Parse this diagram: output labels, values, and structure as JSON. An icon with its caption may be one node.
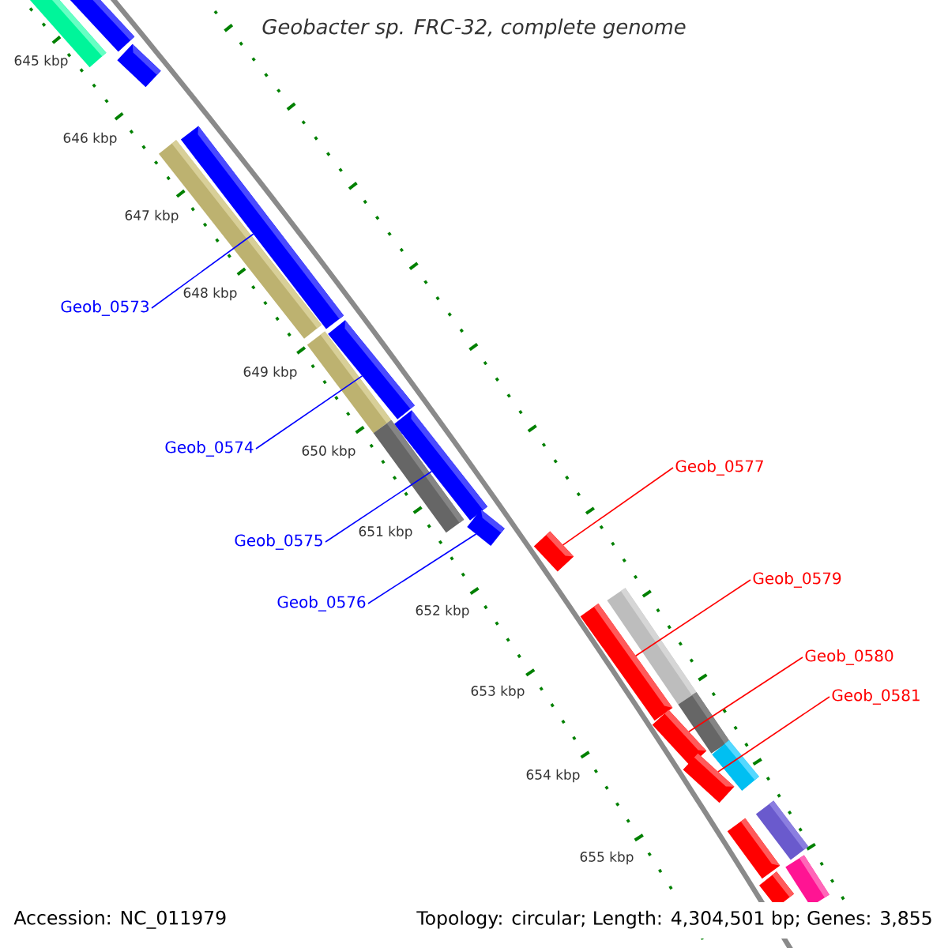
{
  "diagram": {
    "title": "Geobacter sp. FRC-32, complete genome",
    "nodes": [
      {
        "text": [
          "Geob_0573"
        ]
      },
      {
        "text": [
          "Geob_0574"
        ]
      },
      {
        "text": [
          "Geob_0575"
        ]
      },
      {
        "text": [
          "Geob_0576"
        ]
      },
      {
        "text": [
          "Geob_0577"
        ]
      },
      {
        "text": [
          "Geob_0579"
        ]
      },
      {
        "text": [
          "Geob_0580"
        ]
      },
      {
        "text": [
          "Geob_0581"
        ]
      },
      {
        "text": [],
        "shape": "bar"
      },
      {
        "text": [],
        "shape": "bar"
      },
      {
        "text": [],
        "shape": "bar"
      },
      {
        "text": [],
        "shape": "bar"
      },
      {
        "text": [],
        "shape": "bar"
      },
      {
        "text": [],
        "shape": "bar"
      },
      {
        "text": [],
        "shape": "bar"
      },
      {
        "text": [],
        "shape": "bar"
      },
      {
        "text": [],
        "shape": "bar"
      },
      {
        "text": [],
        "shape": "bar"
      },
      {
        "text": [],
        "shape": "bar"
      },
      {
        "text": [],
        "shape": "bar"
      },
      {
        "text": [],
        "shape": "bar"
      },
      {
        "text": [],
        "shape": "bar"
      },
      {
        "text": [],
        "shape": "bar"
      },
      {
        "text": [],
        "shape": "bar"
      },
      {
        "text": [],
        "shape": "bar"
      },
      {
        "text": [],
        "shape": "bar"
      },
      {
        "text": [],
        "shape": "bar"
      },
      {
        "text": [],
        "shape": "bar"
      },
      {
        "text": [],
        "shape": "bar"
      }
    ],
    "edges": [
      {
        "from": 0,
        "to": 11,
        "arrow": "none",
        "color": "#0000ff"
      },
      {
        "from": 1,
        "to": 13,
        "arrow": "none",
        "color": "#0000ff"
      },
      {
        "from": 2,
        "to": 15,
        "arrow": "none",
        "color": "#0000ff"
      },
      {
        "from": 3,
        "to": 17,
        "arrow": "none",
        "color": "#0000ff"
      },
      {
        "from": 4,
        "to": 18,
        "arrow": "none",
        "color": "#ff0000"
      },
      {
        "from": 5,
        "to": 20,
        "arrow": "none",
        "color": "#ff0000"
      },
      {
        "from": 6,
        "to": 22,
        "arrow": "none",
        "color": "#ff0000"
      },
      {
        "from": 7,
        "to": 24,
        "arrow": "none",
        "color": "#ff0000"
      }
    ],
    "labels": [
      "645 kbp",
      "646 kbp",
      "647 kbp",
      "648 kbp",
      "649 kbp",
      "650 kbp",
      "651 kbp",
      "652 kbp",
      "653 kbp",
      "654 kbp",
      "655 kbp",
      "Accession: NC_011979",
      "Topology: circular; Length: 4,304,501 bp; Genes: 3,855"
    ]
  }
}
